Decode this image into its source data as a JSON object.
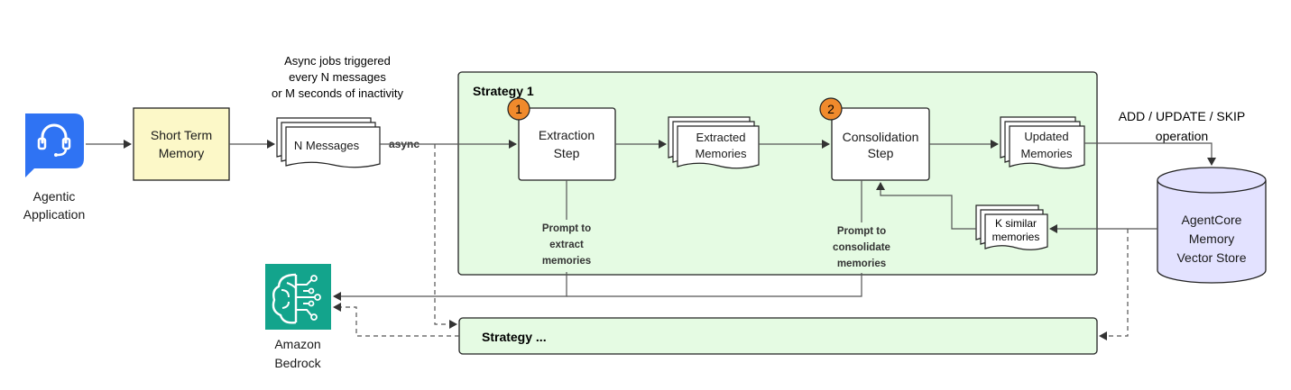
{
  "app": {
    "label_line1": "Agentic",
    "label_line2": "Application",
    "icon": "headset-icon",
    "color": "#2F73F3"
  },
  "short_term_memory": {
    "line1": "Short Term",
    "line2": "Memory",
    "fill": "#FCF8C8"
  },
  "trigger_note": {
    "line1": "Async jobs triggered",
    "line2": "every N messages",
    "line3": "or M seconds of inactivity"
  },
  "n_messages": {
    "label": "N Messages"
  },
  "async_label": "async",
  "strategy1": {
    "title": "Strategy 1",
    "fill": "#E5FBE3",
    "extraction": {
      "badge": "1",
      "line1": "Extraction",
      "line2": "Step"
    },
    "extracted_memories": {
      "line1": "Extracted",
      "line2": "Memories"
    },
    "consolidation": {
      "badge": "2",
      "line1": "Consolidation",
      "line2": "Step"
    },
    "updated_memories": {
      "line1": "Updated",
      "line2": "Memories"
    },
    "k_similar": {
      "line1": "K similar",
      "line2": "memories"
    },
    "prompt_extract": {
      "line1": "Prompt to",
      "line2": "extract",
      "line3": "memories"
    },
    "prompt_consolidate": {
      "line1": "Prompt to",
      "line2": "consolidate",
      "line3": "memories"
    },
    "badge_color": "#F08A2C"
  },
  "operation_label": {
    "line1": "ADD / UPDATE / SKIP",
    "line2": "operation"
  },
  "vector_store": {
    "line1": "AgentCore",
    "line2": "Memory",
    "line3": "Vector Store",
    "fill": "#E3E2FF"
  },
  "bedrock": {
    "line1": "Amazon",
    "line2": "Bedrock",
    "icon": "bedrock-brain-icon",
    "color": "#13A48C"
  },
  "strategy_more": {
    "title": "Strategy ..."
  }
}
